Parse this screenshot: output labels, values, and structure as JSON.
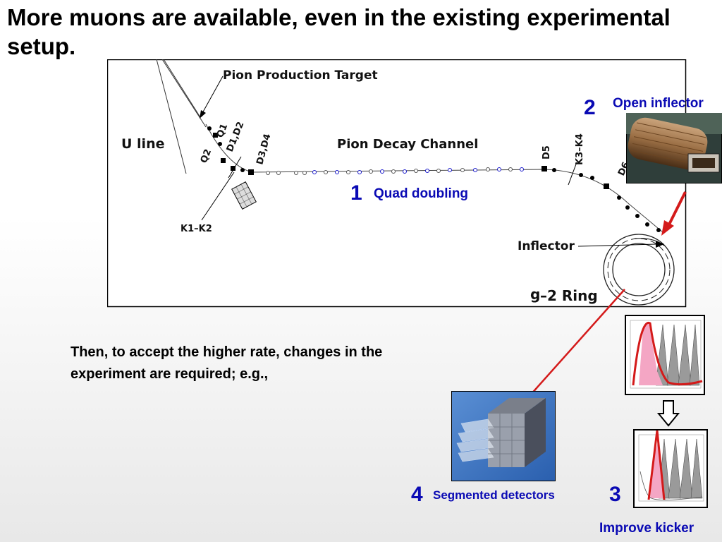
{
  "slide": {
    "title": "More muons are available, even in the existing experimental setup.",
    "body": "Then, to accept the higher rate, changes in the experiment are required; e.g.,"
  },
  "diagram": {
    "labels": {
      "pion_target": "Pion Production Target",
      "u_line": "U  line",
      "decay_channel": "Pion Decay Channel",
      "q1": "Q1",
      "q2": "Q2",
      "d1d2": "D1,D2",
      "d3d4": "D3,D4",
      "k1k2": "K1–K2",
      "d5": "D5",
      "k3k4": "K3–K4",
      "d6": "D6",
      "inflector": "Inflector",
      "ring_g": "g",
      "ring_rest": "–2 Ring"
    }
  },
  "callouts": [
    {
      "number": "1",
      "label": "Quad doubling"
    },
    {
      "number": "2",
      "label": "Open inflector"
    },
    {
      "number": "3",
      "label": "Improve kicker"
    },
    {
      "number": "4",
      "label": "Segmented detectors"
    }
  ],
  "colors": {
    "accent": "#0a0ab4",
    "arrow": "#d41a1a",
    "pulse_fill": "#f4a6c4"
  }
}
